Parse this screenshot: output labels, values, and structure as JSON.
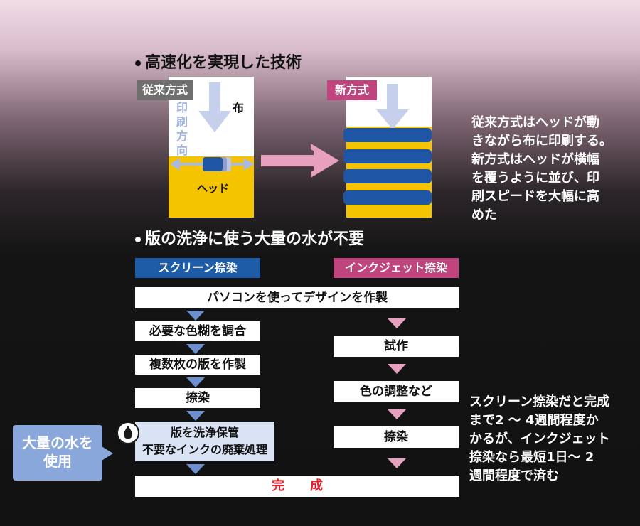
{
  "section1": {
    "heading": "高速化を実現した技術",
    "old_method": {
      "tag": "従来方式",
      "vertical_label_chars": [
        "印",
        "刷",
        "方",
        "向"
      ],
      "cloth_label": "布",
      "head_label": "ヘッド"
    },
    "new_method": {
      "tag": "新方式"
    },
    "note_lines": [
      "従来方式はヘッドが動",
      "きながら布に印刷する。",
      "新方式はヘッドが横幅",
      "を覆うように並び、印",
      "刷スピードを大幅に高",
      "めた"
    ]
  },
  "section2": {
    "heading": "版の洗浄に使う大量の水が不要",
    "screen_tag": "スクリーン捺染",
    "inkjet_tag": "インクジェット捺染",
    "common_step": "パソコンを使ってデザインを作製",
    "screen_steps": [
      "必要な色糊を調合",
      "複数枚の版を作製",
      "捺染"
    ],
    "screen_wash_lines": [
      "版を洗浄保管",
      "不要なインクの廃棄処理"
    ],
    "inkjet_steps": [
      "試作",
      "色の調整など",
      "捺染"
    ],
    "final": "完　　成",
    "callout_lines": [
      "大量の水を",
      "使用"
    ],
    "note_lines": [
      "スクリーン捺染だと完成",
      "まで2 ～ 4週間程度か",
      "かるが、インクジェット",
      "捺染なら最短1日～ 2",
      "週間程度で済む"
    ]
  },
  "colors": {
    "screen_blue": "#1f5ca8",
    "inkjet_pink": "#c0447d",
    "head_yellow": "#f5c400",
    "final_red": "#e8202a",
    "arrow_pink": "#e7a0bd"
  }
}
